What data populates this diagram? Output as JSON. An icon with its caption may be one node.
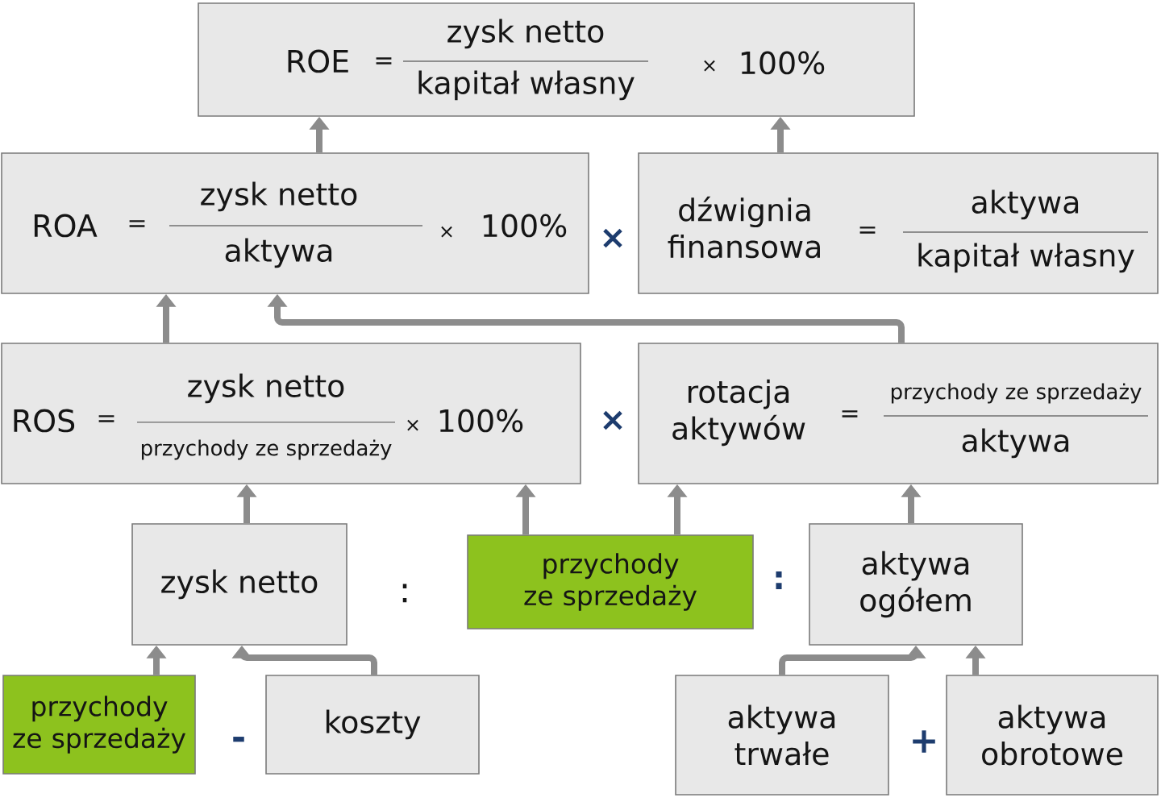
{
  "diagram": {
    "nodes": [
      {
        "text": [
          "ROE",
          "=",
          "zysk netto",
          "kapitał własny",
          "×",
          "100%"
        ]
      },
      {
        "text": [
          "ROA",
          "=",
          "zysk netto",
          "aktywa",
          "×",
          "100%"
        ]
      },
      {
        "text": [
          "dźwignia finansowa",
          "=",
          "aktywa",
          "kapitał własny"
        ]
      },
      {
        "text": [
          "ROS",
          "=",
          "zysk netto",
          "przychody ze sprzedaży",
          "×",
          "100%"
        ]
      },
      {
        "text": [
          "rotacja aktywów",
          "=",
          "przychody ze sprzedaży",
          "aktywa"
        ]
      },
      {
        "text": [
          "zysk netto"
        ]
      },
      {
        "text": [
          "przychody ze sprzedaży"
        ]
      },
      {
        "text": [
          "aktywa ogółem"
        ]
      },
      {
        "text": [
          "przychody ze sprzedaży"
        ]
      },
      {
        "text": [
          "koszty"
        ]
      },
      {
        "text": [
          "aktywa trwałe"
        ]
      },
      {
        "text": [
          "aktywa obrotowe"
        ]
      }
    ],
    "edges": [
      {
        "from": 1,
        "to": 0,
        "arrow": "to"
      },
      {
        "from": 2,
        "to": 0,
        "arrow": "to"
      },
      {
        "from": 3,
        "to": 1,
        "arrow": "to"
      },
      {
        "from": 4,
        "to": 1,
        "arrow": "to"
      },
      {
        "from": 5,
        "to": 3,
        "arrow": "to"
      },
      {
        "from": 6,
        "to": 3,
        "arrow": "to"
      },
      {
        "from": 6,
        "to": 4,
        "arrow": "to"
      },
      {
        "from": 7,
        "to": 4,
        "arrow": "to"
      },
      {
        "from": 8,
        "to": 5,
        "arrow": "to"
      },
      {
        "from": 9,
        "to": 5,
        "arrow": "to"
      },
      {
        "from": 10,
        "to": 7,
        "arrow": "to"
      },
      {
        "from": 11,
        "to": 7,
        "arrow": "to"
      }
    ],
    "labels": [
      "×",
      "×",
      ":",
      ":",
      "-",
      "+"
    ]
  }
}
